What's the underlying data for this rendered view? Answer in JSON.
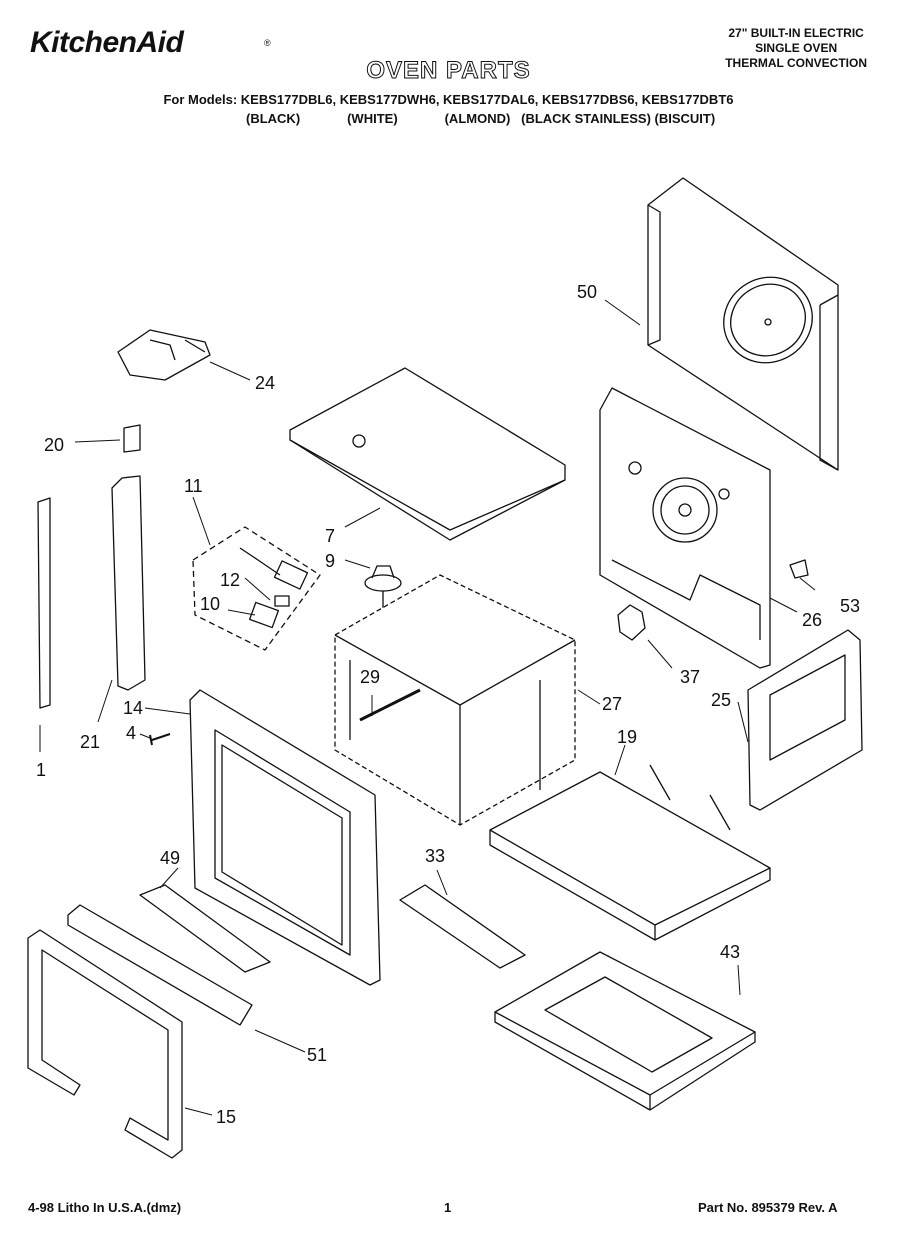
{
  "header": {
    "brand": "KitchenAid",
    "brand_mark": "®",
    "title": "OVEN PARTS",
    "models_line": "For Models: KEBS177DBL6, KEBS177DWH6, KEBS177DAL6, KEBS177DBS6, KEBS177DBT6",
    "colors_line": "(BLACK)             (WHITE)             (ALMOND)   (BLACK STAINLESS) (BISCUIT)",
    "product": [
      "27\" BUILT-IN ELECTRIC",
      "SINGLE OVEN",
      "THERMAL CONVECTION"
    ]
  },
  "part_labels": [
    "1",
    "4",
    "7",
    "9",
    "10",
    "11",
    "12",
    "14",
    "15",
    "19",
    "20",
    "21",
    "24",
    "25",
    "26",
    "27",
    "29",
    "33",
    "37",
    "43",
    "49",
    "50",
    "51",
    "53"
  ],
  "footer": {
    "litho": "4-98 Litho In U.S.A.(dmz)",
    "page": "1",
    "part_no": "Part No. 895379 Rev. A"
  }
}
